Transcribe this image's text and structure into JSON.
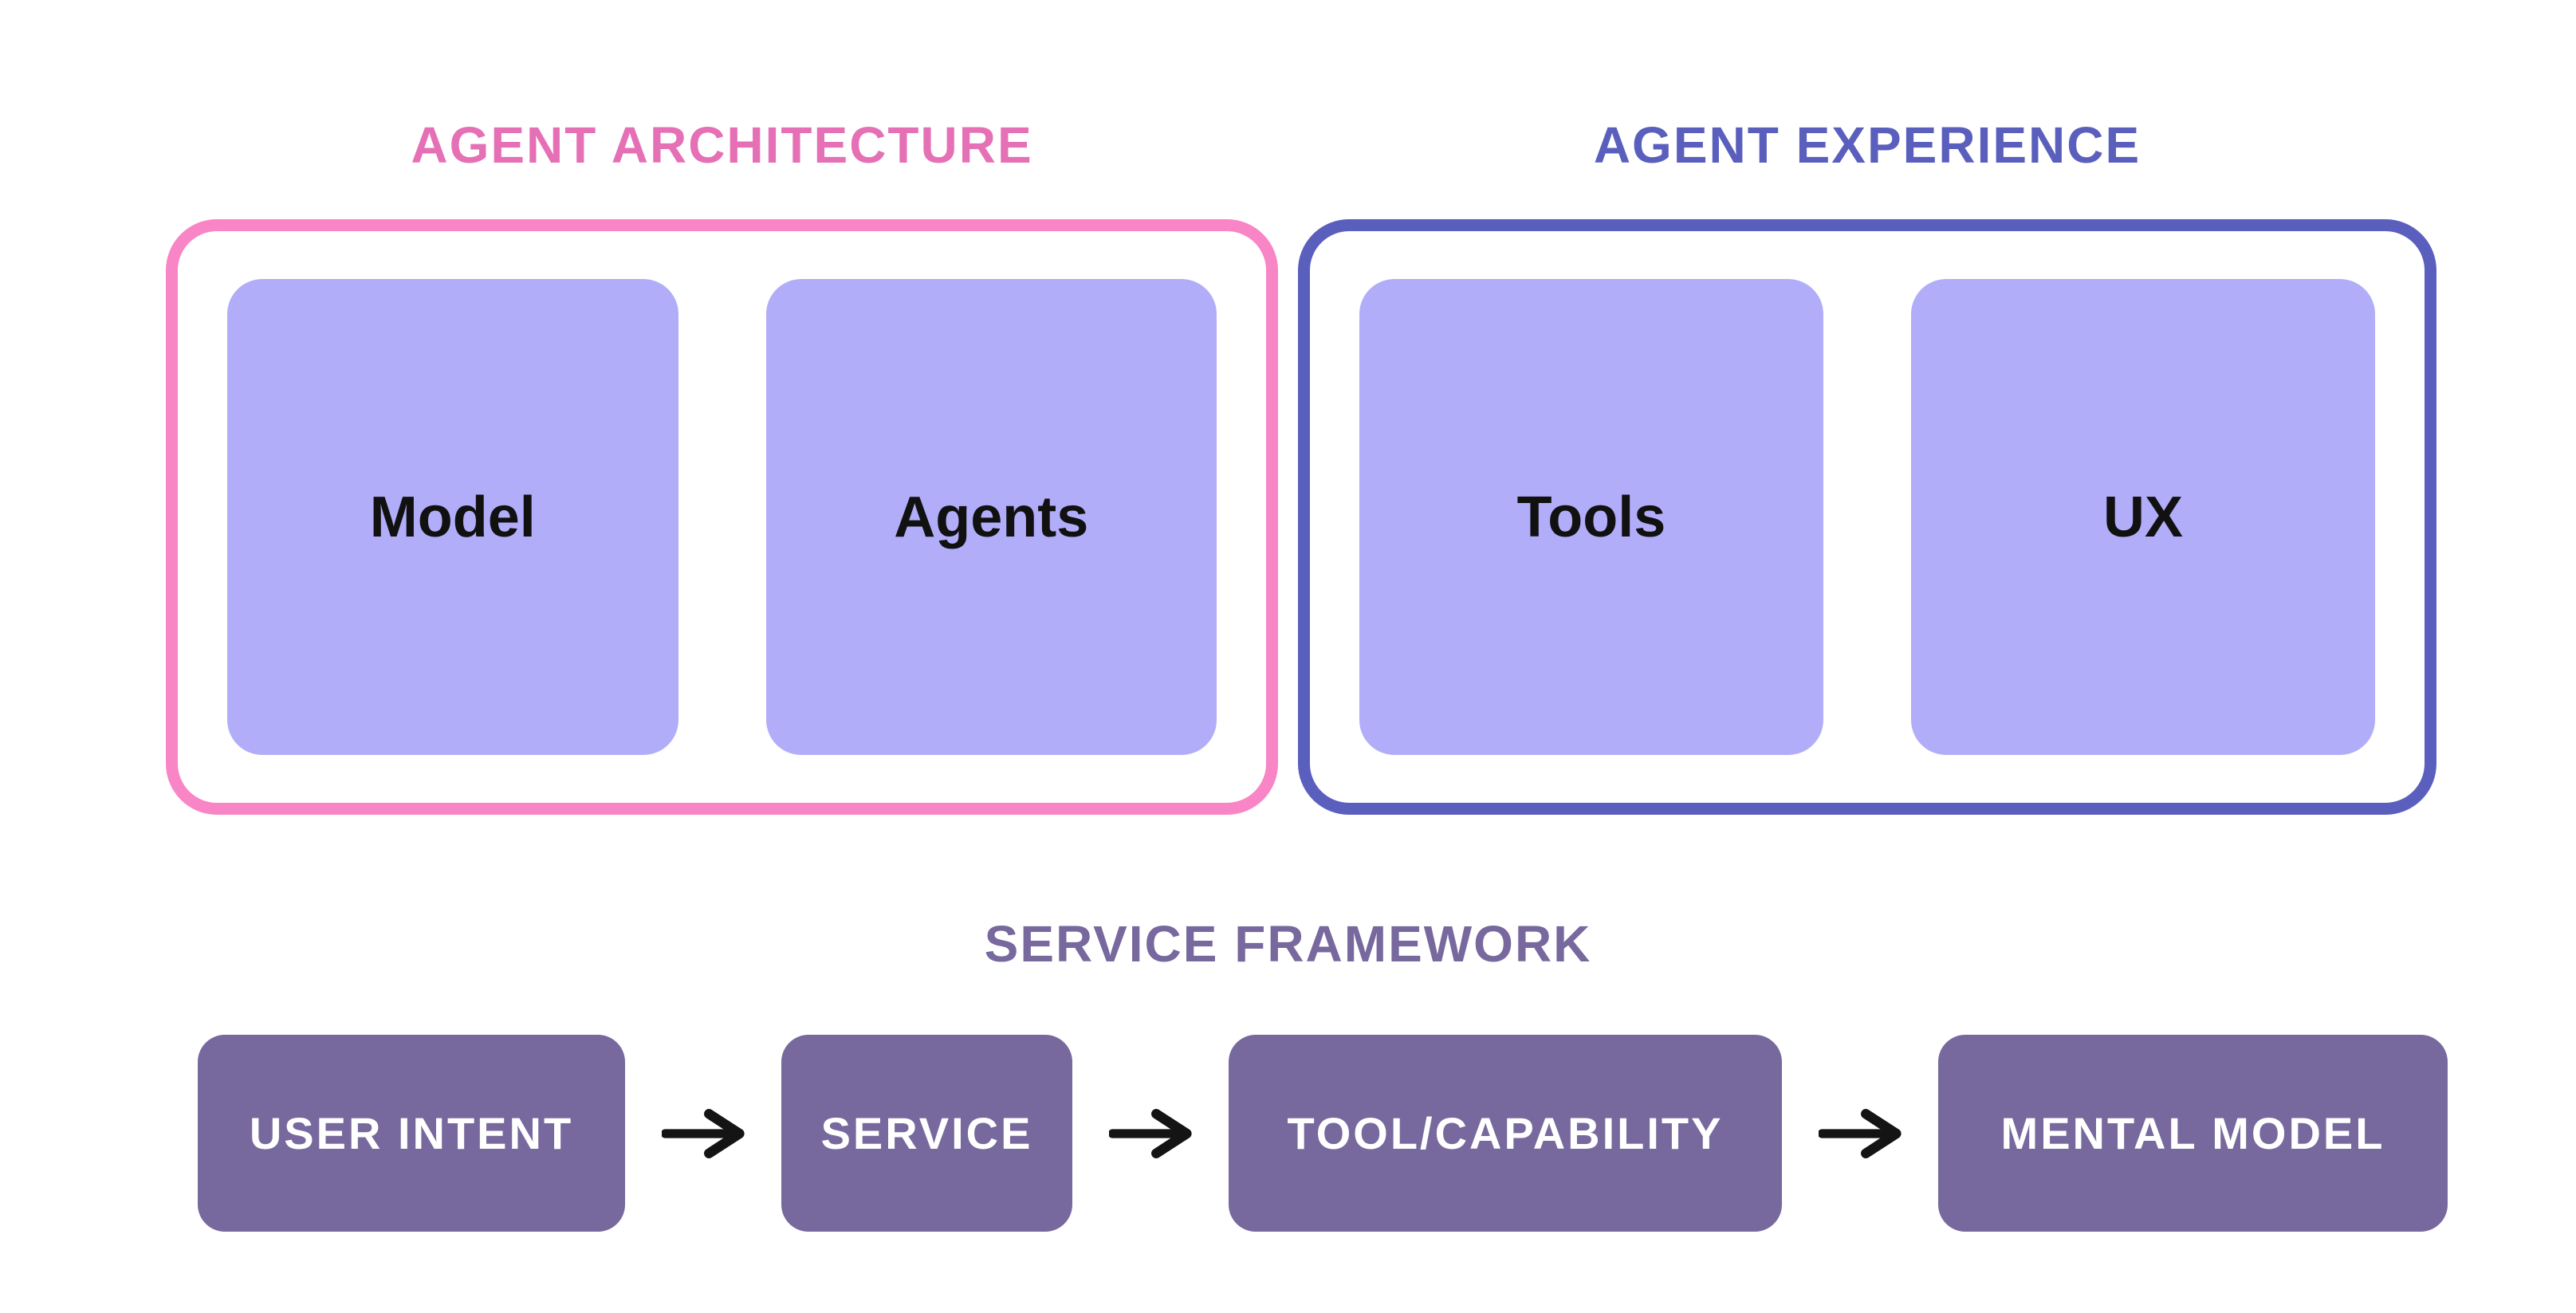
{
  "diagram": {
    "groups": [
      {
        "title": "AGENT ARCHITECTURE",
        "cards": [
          {
            "label": "Model"
          },
          {
            "label": "Agents"
          }
        ]
      },
      {
        "title": "AGENT EXPERIENCE",
        "cards": [
          {
            "label": "Tools"
          },
          {
            "label": "UX"
          }
        ]
      }
    ],
    "framework": {
      "title": "SERVICE FRAMEWORK",
      "steps": [
        {
          "label": "USER INTENT"
        },
        {
          "label": "SERVICE"
        },
        {
          "label": "TOOL/CAPABILITY"
        },
        {
          "label": "MENTAL MODEL"
        }
      ]
    },
    "colors": {
      "background": "#ffffff",
      "architecture_title": "#e570b5",
      "architecture_border": "#f885c6",
      "experience_title": "#5a5fbe",
      "experience_border": "#5a5fbe",
      "card_fill": "#b1adf9",
      "card_text": "#111111",
      "framework_title": "#77689e",
      "step_fill": "#77699d",
      "step_text": "#ffffff",
      "arrow": "#141414"
    }
  }
}
